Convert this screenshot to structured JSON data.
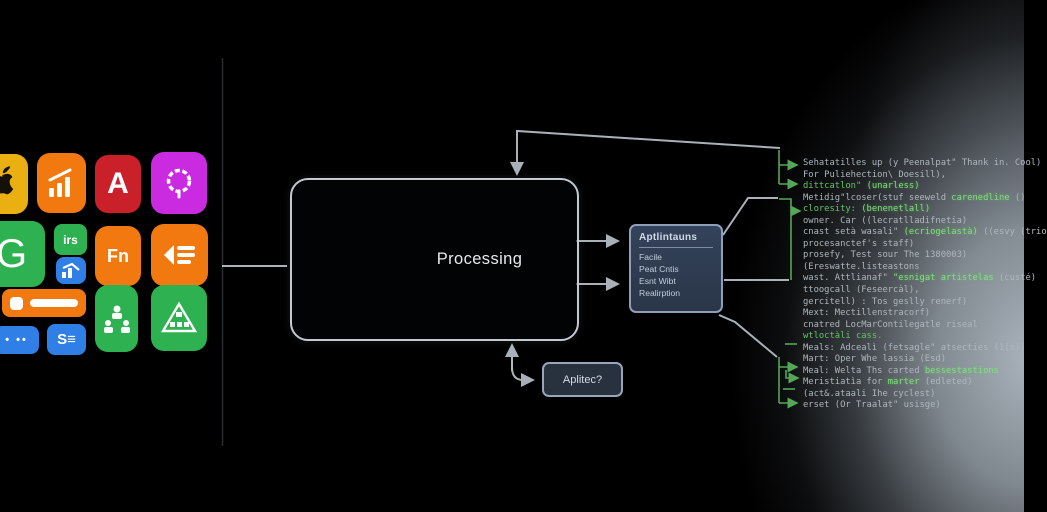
{
  "flow": {
    "processing_label": "Processing",
    "question_label": "Aplitec?",
    "panel": {
      "title": "Aptlintauns",
      "items": [
        "Facile",
        "Peat Cntis",
        "Esnt Wibt",
        "Realirption"
      ]
    }
  },
  "icons": {
    "glyphs": {
      "a": "A",
      "g": "G",
      "irs": "irs",
      "fn": "Fn",
      "dots": "• ••",
      "s": "S≡"
    }
  },
  "code": {
    "lines": [
      [
        {
          "t": "Sehatatilles up (y Peenalpat\" Thank in. Cool)",
          "c": 0
        }
      ],
      [
        {
          "t": "For Puliehection\\ Doesill),",
          "c": 0
        }
      ],
      [
        {
          "t": "dittcatlon\" ",
          "c": 1
        },
        {
          "t": "(unarless)",
          "c": 2
        }
      ],
      [
        {
          "t": "Metidig\"lcoser(stuf seeweld ",
          "c": 0
        },
        {
          "t": "carenedline",
          "c": 2
        },
        {
          "t": " ()",
          "c": 0
        }
      ],
      [
        {
          "t": "cloresity: ",
          "c": 1
        },
        {
          "t": "(benenetlall)",
          "c": 2
        }
      ],
      [
        {
          "t": "owner. Car ((lecratlladifnetia)",
          "c": 0
        }
      ],
      [
        {
          "t": "cnast setà wasali\" ",
          "c": 0
        },
        {
          "t": "(ecriogelastà)",
          "c": 2
        },
        {
          "t": " ((esvy (trio",
          "c": 0
        }
      ],
      [
        {
          "t": "procesanctef's staff)",
          "c": 0
        }
      ],
      [
        {
          "t": "prosefy, Test sour The 1380003)",
          "c": 0
        }
      ],
      [
        {
          "t": "(Ereswatte.listeastons",
          "c": 0
        }
      ],
      [
        {
          "t": "wast. Attlianaf\" ",
          "c": 0
        },
        {
          "t": "\"esnigat artistelas",
          "c": 2
        },
        {
          "t": " (custé)",
          "c": 0
        }
      ],
      [
        {
          "t": "ttoogcall (Feseercàl),",
          "c": 0
        }
      ],
      [
        {
          "t": "gercitell) : Tos geslly renerf)",
          "c": 0
        }
      ],
      [
        {
          "t": "Mext: Mectillenstracorf)",
          "c": 0
        }
      ],
      [
        {
          "t": "cnatred LocMarContilegatle riseal",
          "c": 0
        }
      ],
      [
        {
          "t": "wtloctàli cass.",
          "c": 1
        }
      ],
      [
        {
          "t": "Meals: Adcealì (fetsagle\" atsecties (1(s))",
          "c": 0
        }
      ],
      [
        {
          "t": "Mart: Oper Whe lassia (Esd)",
          "c": 0
        }
      ],
      [
        {
          "t": "Meal: Welta Ths carted ",
          "c": 0
        },
        {
          "t": "bessestastions",
          "c": 2
        }
      ],
      [
        {
          "t": "Meristiatìa for ",
          "c": 0
        },
        {
          "t": "marter",
          "c": 2
        },
        {
          "t": " (edleted)",
          "c": 0
        }
      ],
      [
        {
          "t": "(act&.ataali Ihe cyclest)",
          "c": 0
        }
      ],
      [
        {
          "t": "erset (Or Traalat\" usisge)",
          "c": 0
        }
      ]
    ]
  },
  "colors": {
    "accent_green": "#55a758",
    "connector_gray": "#b3bac2",
    "panel_blue": "#2e3c50",
    "icon_orange": "#f2790f",
    "icon_green": "#2eb151",
    "icon_blue": "#2f7fe6",
    "icon_red": "#c9202a",
    "icon_yellow": "#eab011",
    "icon_magenta": "#cb2be0"
  }
}
